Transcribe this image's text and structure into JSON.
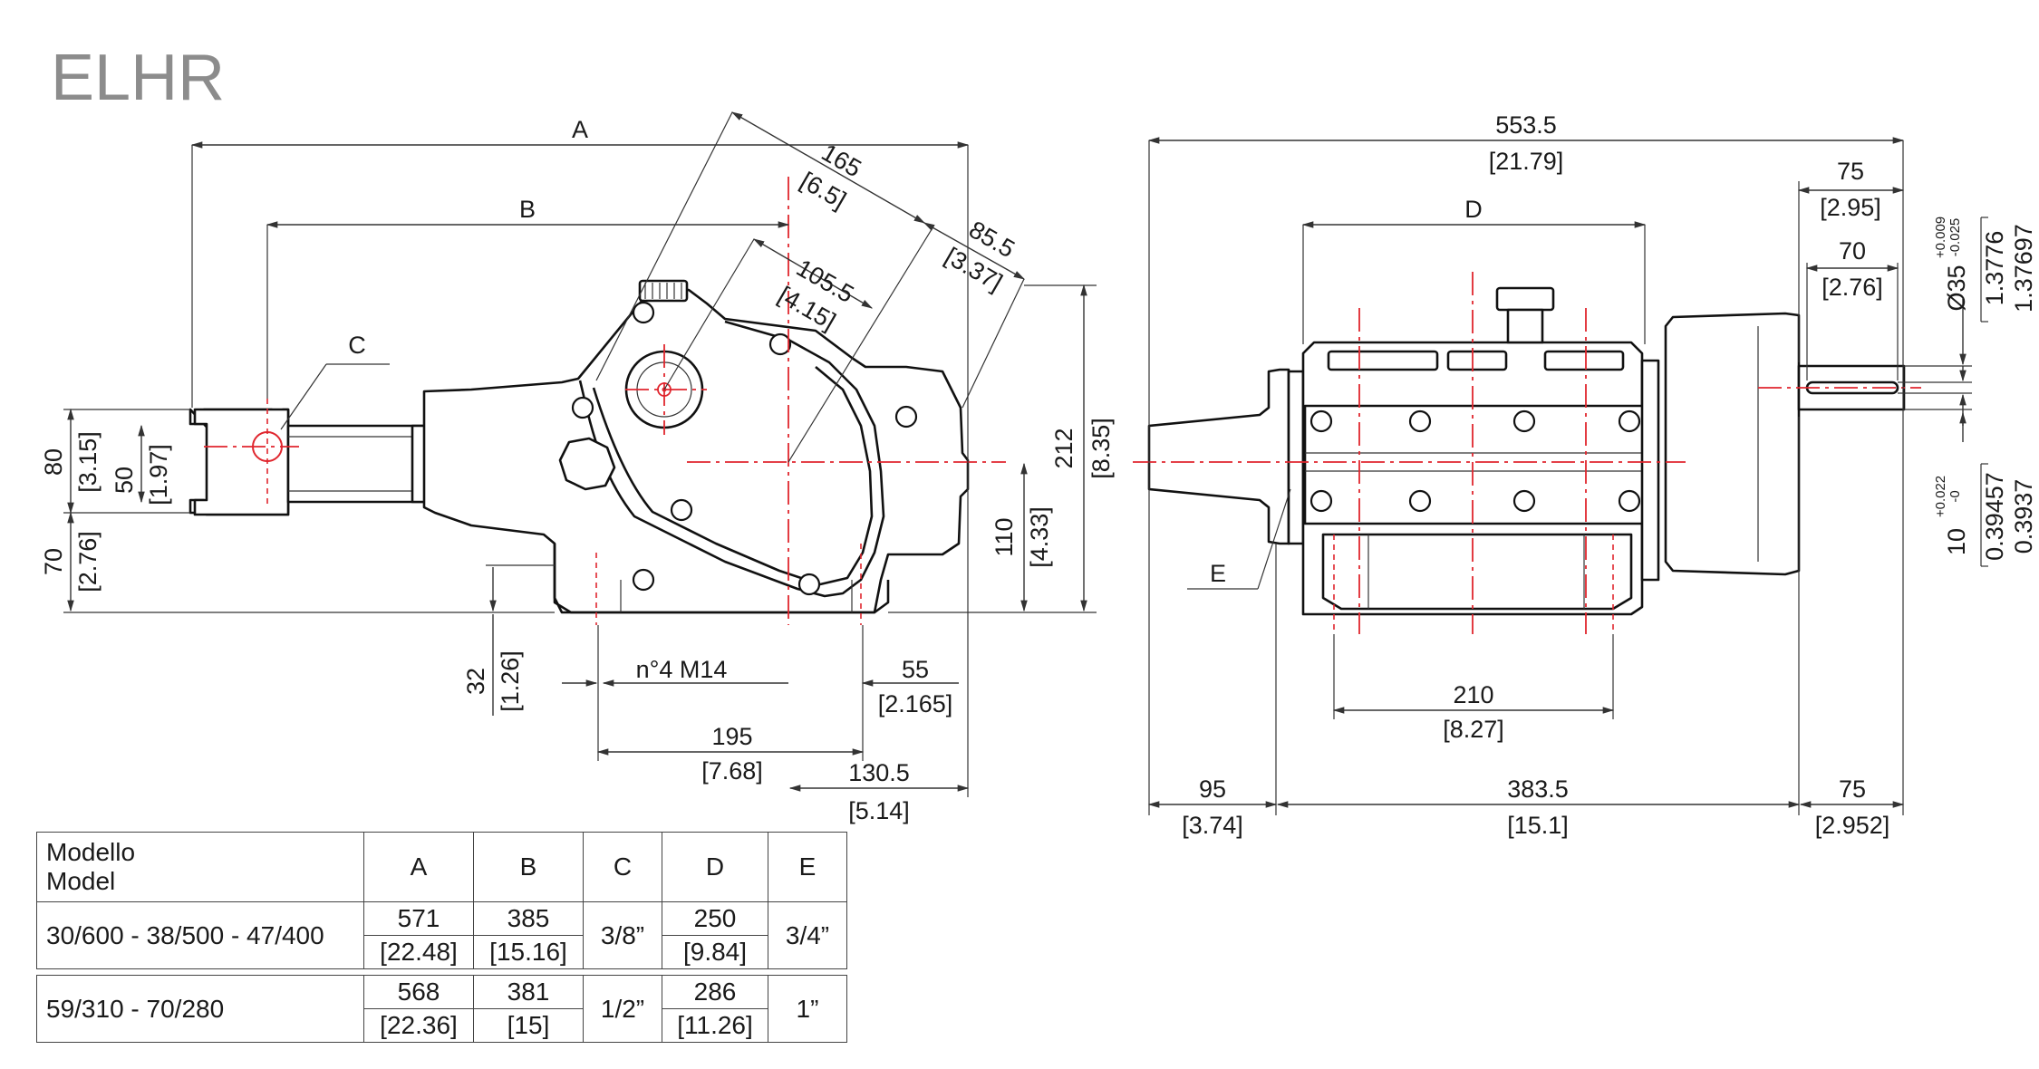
{
  "title": "ELHR",
  "side_view": {
    "labels": {
      "A": "A",
      "B": "B",
      "C": "C",
      "d165": "165",
      "d165_in": "[6.5]",
      "d85_5": "85.5",
      "d85_5_in": "[3.37]",
      "d105_5": "105.5",
      "d105_5_in": "[4.15]",
      "d212": "212",
      "d212_in": "[8.35]",
      "d110": "110",
      "d110_in": "[4.33]",
      "d80": "80",
      "d80_in": "[3.15]",
      "d50": "50",
      "d50_in": "[1.97]",
      "d70": "70",
      "d70_in": "[2.76]",
      "d32": "32",
      "d32_in": "[1.26]",
      "m14": "n°4 M14",
      "d55": "55",
      "d55_in": "[2.165]",
      "d195": "195",
      "d195_in": "[7.68]",
      "d130_5": "130.5",
      "d130_5_in": "[5.14]"
    }
  },
  "top_view": {
    "labels": {
      "d553_5": "553.5",
      "d553_5_in": "[21.79]",
      "D": "D",
      "E": "E",
      "d75a": "75",
      "d75a_in": "[2.95]",
      "d70": "70",
      "d70_in": "[2.76]",
      "d35": "Ø35",
      "d35_tol_up": "+0.009",
      "d35_tol_dn": "-0.025",
      "d35_in1": "1.3776",
      "d35_in2": "1.37697",
      "d10": "10",
      "d10_tol_up": "+0.022",
      "d10_tol_dn": "-0",
      "d10_in1": "0.39457",
      "d10_in2": "0.3937",
      "d210": "210",
      "d210_in": "[8.27]",
      "d95": "95",
      "d95_in": "[3.74]",
      "d383_5": "383.5",
      "d383_5_in": "[15.1]",
      "d75b": "75",
      "d75b_in": "[2.952]"
    }
  },
  "table": {
    "header": {
      "model_it": "Modello",
      "model_en": "Model",
      "A": "A",
      "B": "B",
      "C": "C",
      "D": "D",
      "E": "E"
    },
    "rows": [
      {
        "model": "30/600 - 38/500 - 47/400",
        "A": "571",
        "A_in": "[22.48]",
        "B": "385",
        "B_in": "[15.16]",
        "C": "3/8”",
        "D": "250",
        "D_in": "[9.84]",
        "E": "3/4”"
      },
      {
        "model": "59/310 - 70/280",
        "A": "568",
        "A_in": "[22.36]",
        "B": "381",
        "B_in": "[15]",
        "C": "1/2”",
        "D": "286",
        "D_in": "[11.26]",
        "E": "1”"
      }
    ]
  }
}
